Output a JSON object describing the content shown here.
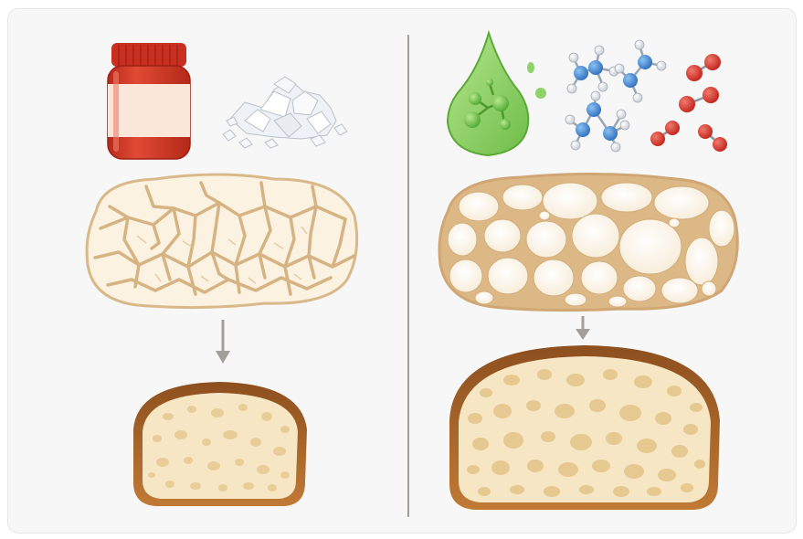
{
  "panels": [
    {
      "id": "left",
      "additives": [
        "jar",
        "salt-crystals"
      ],
      "dough": "dense-cracked-network",
      "bread": "small-loaf"
    },
    {
      "id": "right",
      "additives": [
        "green-droplet",
        "molecules"
      ],
      "dough": "large-bubble-network",
      "bread": "large-loaf"
    }
  ],
  "colors": {
    "background": "#f7f7f7",
    "jar_red": "#d83a28",
    "jar_label": "#fbe6da",
    "dough_fill": "#fbf2e2",
    "dough_strand": "#d9b98a",
    "crust": "#b06a2e",
    "crumb": "#f6e6c4",
    "droplet_green": "#8fd268",
    "molecule_blue": "#3d7fce",
    "molecule_red": "#d2302a",
    "arrow": "#a39e97"
  }
}
